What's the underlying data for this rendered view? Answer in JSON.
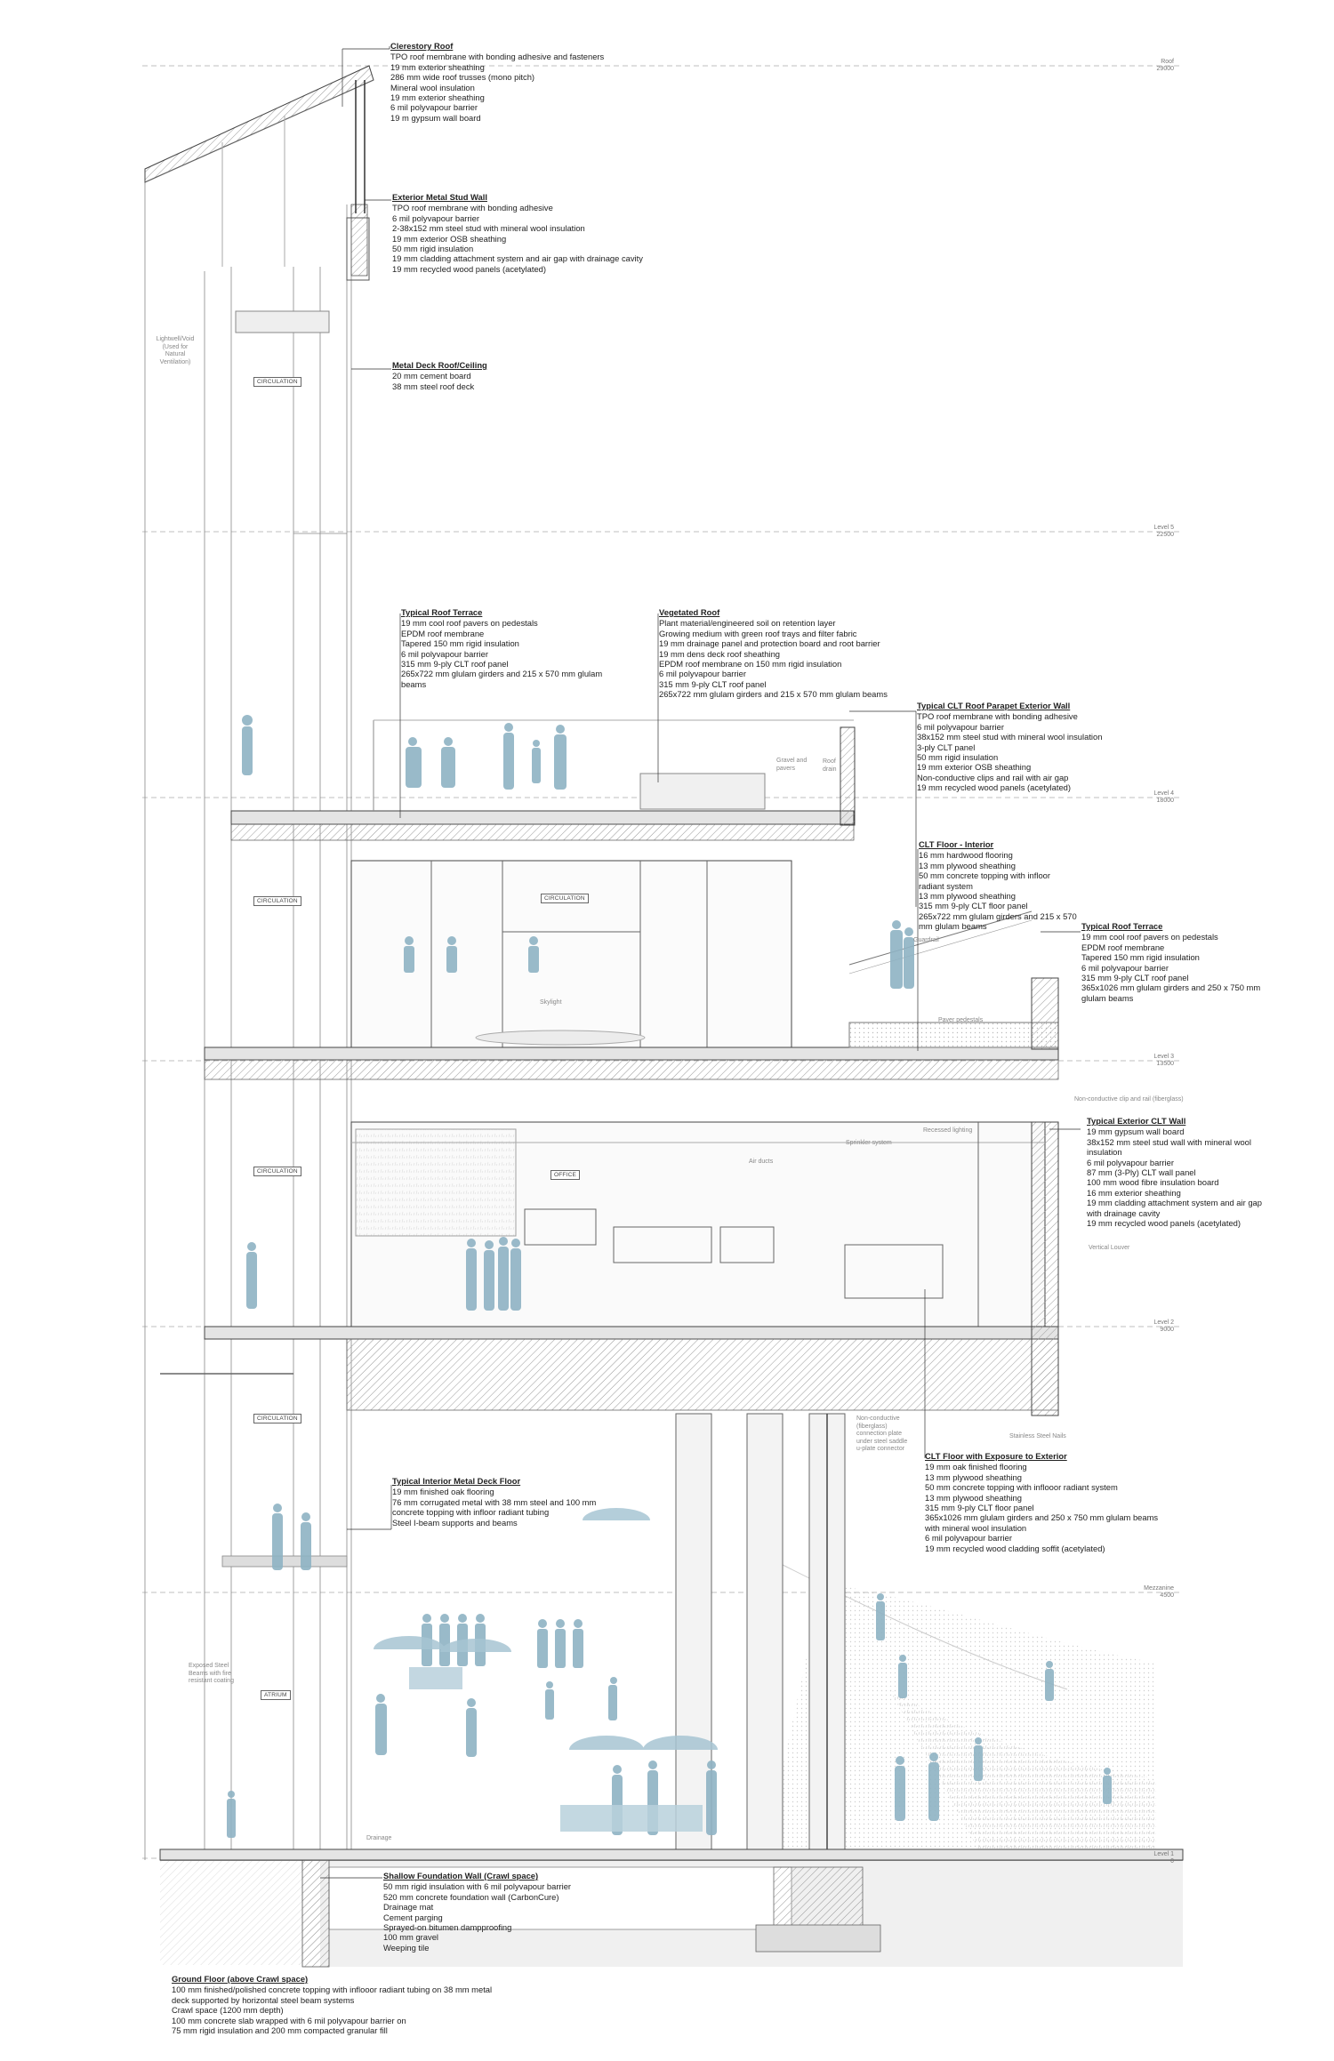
{
  "levels": [
    {
      "name": "Roof",
      "elev": "29000"
    },
    {
      "name": "Level 5",
      "elev": "22500"
    },
    {
      "name": "Level 4",
      "elev": "18000"
    },
    {
      "name": "Level 3",
      "elev": "13500"
    },
    {
      "name": "Level 2",
      "elev": "9000"
    },
    {
      "name": "Mezzanine",
      "elev": "4500"
    },
    {
      "name": "Level 1",
      "elev": "0"
    }
  ],
  "callouts": {
    "clerestory_roof": {
      "title": "Clerestory Roof",
      "lines": [
        "TPO roof membrane with bonding adhesive and fasteners",
        "19 mm exterior sheathing",
        "286 mm wide roof trusses (mono pitch)",
        "Mineral wool insulation",
        "19 mm exterior sheathing",
        "6 mil polyvapour barrier",
        "19 m gypsum wall board"
      ]
    },
    "exterior_metal_stud_wall": {
      "title": "Exterior Metal Stud Wall",
      "lines": [
        "TPO roof membrane with bonding adhesive",
        "6 mil polyvapour barrier",
        "2-38x152 mm steel stud with mineral wool insulation",
        "19 mm exterior OSB sheathing",
        "50 mm rigid insulation",
        "19 mm cladding attachment system and air gap with drainage cavity",
        "19 mm recycled wood panels (acetylated)"
      ]
    },
    "metal_deck_roof": {
      "title": "Metal Deck Roof/Ceiling",
      "lines": [
        "20 mm cement board",
        "38 mm steel roof deck"
      ]
    },
    "typical_roof_terrace_upper": {
      "title": "Typical Roof Terrace",
      "lines": [
        "19 mm cool roof pavers on pedestals",
        "EPDM roof membrane",
        "Tapered 150 mm rigid insulation",
        "6 mil polyvapour barrier",
        "315 mm 9-ply CLT roof panel",
        "265x722 mm glulam girders and 215 x 570 mm glulam",
        "beams"
      ]
    },
    "vegetated_roof": {
      "title": "Vegetated Roof",
      "lines": [
        "Plant material/engineered soil on retention layer",
        "Growing medium with green roof trays and filter fabric",
        "19 mm drainage panel and protection board and root barrier",
        "19 mm dens deck roof sheathing",
        "EPDM roof membrane on 150 mm rigid insulation",
        "6 mil polyvapour barrier",
        "315 mm 9-ply CLT roof panel",
        "265x722 mm glulam girders and 215 x 570 mm glulam beams"
      ]
    },
    "clt_parapet_wall": {
      "title": "Typical CLT Roof Parapet Exterior Wall",
      "lines": [
        "TPO roof membrane with bonding adhesive",
        "6 mil polyvapour barrier",
        "38x152 mm steel stud with mineral wool insulation",
        "3-ply CLT panel",
        "50 mm rigid insulation",
        "19 mm exterior OSB sheathing",
        "Non-conductive clips and rail with air gap",
        "19 mm recycled wood panels (acetylated)"
      ]
    },
    "clt_floor_interior": {
      "title": "CLT Floor - Interior",
      "lines": [
        "16 mm hardwood flooring",
        "13 mm plywood sheathing",
        "50 mm concrete topping with infloor",
        "radiant system",
        "13 mm plywood sheathing",
        "315 mm 9-ply CLT floor panel",
        "265x722 mm glulam girders and 215 x 570",
        "mm glulam beams"
      ]
    },
    "typical_roof_terrace_lower": {
      "title": "Typical Roof Terrace",
      "lines": [
        "19 mm cool roof pavers on pedestals",
        "EPDM roof membrane",
        "Tapered 150 mm rigid insulation",
        "6 mil polyvapour barrier",
        "315 mm 9-ply CLT roof panel",
        "365x1026 mm glulam girders and 250 x 750 mm",
        "glulam beams"
      ]
    },
    "typical_exterior_clt_wall": {
      "title": "Typical Exterior CLT Wall",
      "lines": [
        "19 mm gypsum wall board",
        "38x152 mm steel stud wall with mineral wool",
        "insulation",
        "6 mil polyvapour barrier",
        "87 mm (3-Ply) CLT wall panel",
        "100 mm wood fibre insulation board",
        "16 mm exterior sheathing",
        "19 mm cladding attachment system and air gap",
        "with drainage cavity",
        "19 mm recycled wood panels (acetylated)"
      ]
    },
    "clt_floor_exposure": {
      "title": "CLT Floor with Exposure to Exterior",
      "lines": [
        "19 mm oak finished flooring",
        "13 mm plywood sheathing",
        "50 mm concrete topping with inflooor radiant system",
        "13 mm plywood sheathing",
        "315 mm 9-ply CLT floor panel",
        "365x1026 mm glulam girders and 250 x 750 mm glulam beams",
        "with mineral wool insulation",
        "6 mil polyvapour barrier",
        "19 mm recycled wood cladding soffit (acetylated)"
      ]
    },
    "interior_metal_deck_floor": {
      "title": "Typical Interior Metal Deck Floor",
      "lines": [
        "19 mm finished oak flooring",
        "76 mm corrugated metal with 38 mm steel and 100 mm",
        "concrete topping with infloor radiant tubing",
        "Steel I-beam supports and beams"
      ]
    },
    "shallow_foundation": {
      "title": "Shallow Foundation Wall (Crawl space)",
      "lines": [
        "50 mm rigid insulation with 6 mil polyvapour barrier",
        "520 mm concrete foundation wall (CarbonCure)",
        "Drainage mat",
        "Cement parging",
        "Sprayed-on bitumen dampproofing",
        "100 mm gravel",
        "Weeping tile"
      ]
    },
    "ground_floor": {
      "title": "Ground Floor (above Crawl space)",
      "lines": [
        "100 mm finished/polished concrete topping with inflooor radiant tubing on 38 mm metal",
        "deck supported by horizontal steel beam systems",
        "Crawl space (1200 mm depth)",
        "100 mm concrete slab wrapped with 6 mil polyvapour barrier on",
        "75 mm rigid insulation and 200 mm compacted granular fill"
      ]
    }
  },
  "room_tags": {
    "circulation": "CIRCULATION",
    "office": "OFFICE",
    "atrium": "ATRIUM"
  },
  "small_labels": {
    "lightwell": [
      "Lightwell/Void",
      "(Used for",
      "Natural",
      "Ventilation)"
    ],
    "skylight": "Skylight",
    "gravel_pavers": [
      "Gravel and",
      "pavers"
    ],
    "roof_drain": [
      "Roof",
      "drain"
    ],
    "guardrail": "Guardrail",
    "paver_pedestals": "Paver pedestals",
    "non_conductive_clip": "Non-conductive clip and rail (fiberglass)",
    "recessed_lighting": "Recessed lighting",
    "sprinkler_system": "Sprinkler system",
    "air_ducts": "Air ducts",
    "vertical_louver": "Vertical Louver",
    "connection_plate": [
      "Non-conductive",
      "(fiberglass)",
      "connection plate",
      "under steel saddle",
      "u-plate connector"
    ],
    "stainless_nails": "Stainless Steel Nails",
    "exposed_steel": [
      "Exposed Steel",
      "Beams with fire",
      "resistant coating"
    ],
    "drainage": "Drainage"
  }
}
